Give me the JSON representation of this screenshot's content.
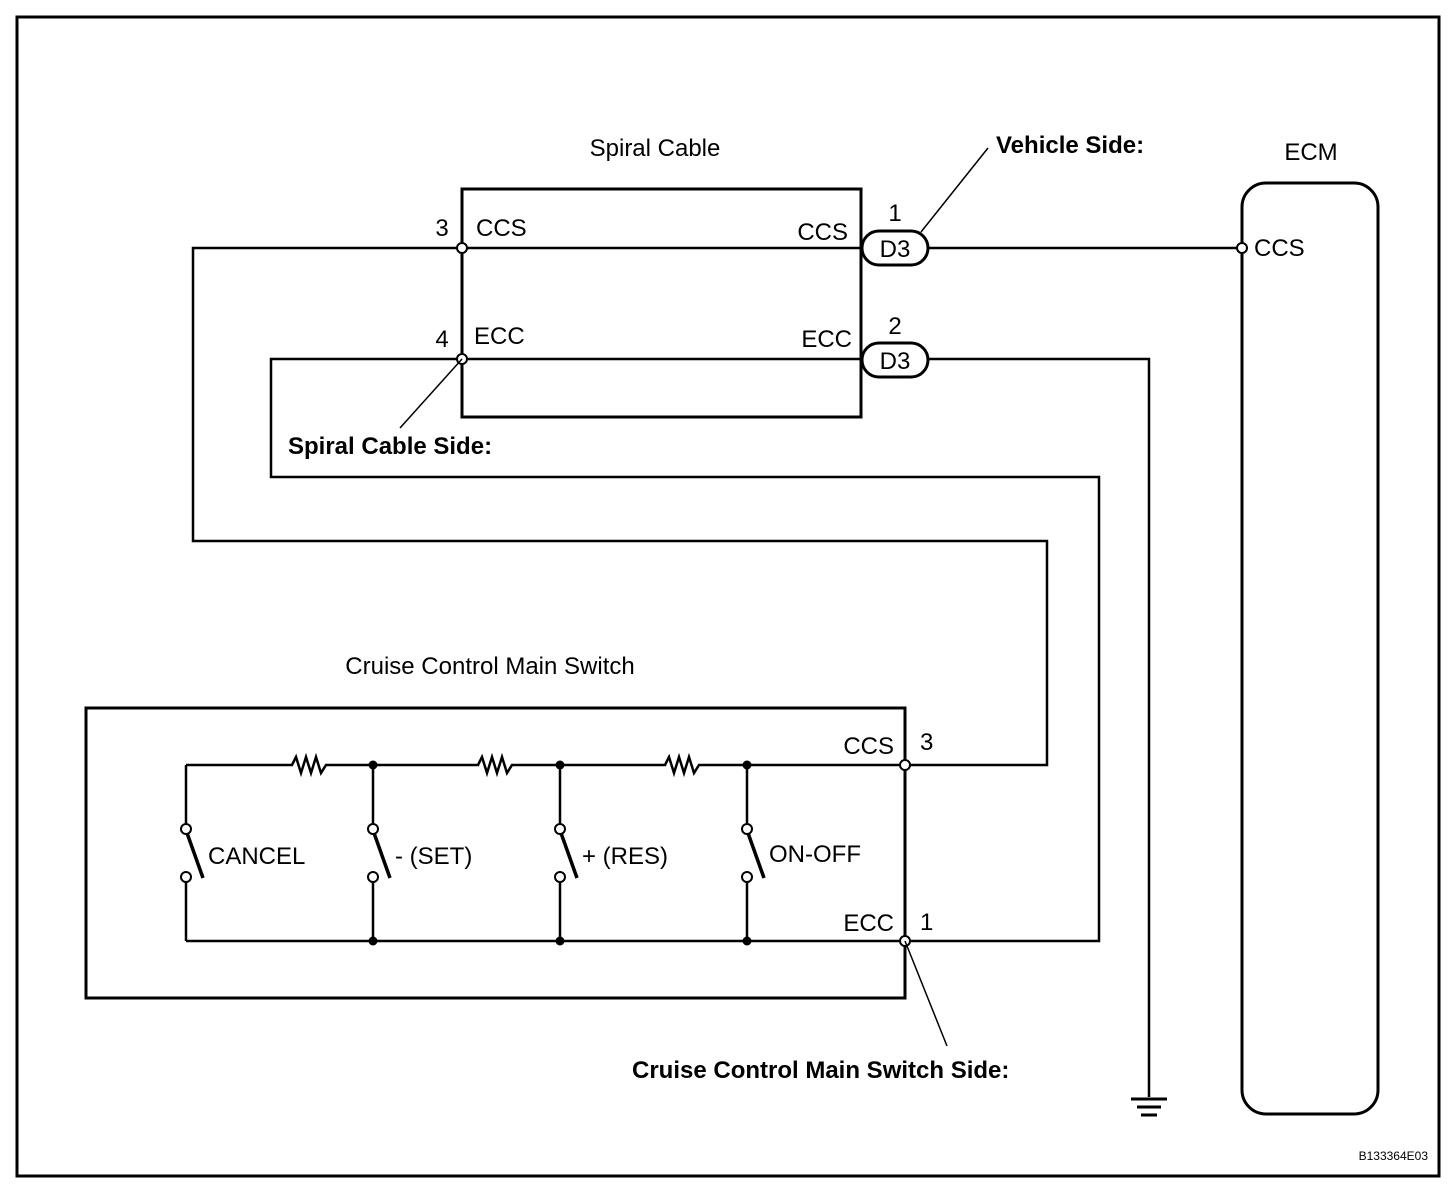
{
  "diagram": {
    "figure_id": "B133364E03",
    "components": {
      "spiral_cable": {
        "title": "Spiral Cable",
        "left_pins": [
          {
            "number": "3",
            "name": "CCS"
          },
          {
            "number": "4",
            "name": "ECC"
          }
        ],
        "right_pins": [
          {
            "name": "CCS"
          },
          {
            "name": "ECC"
          }
        ]
      },
      "connectors": [
        {
          "id": "D3",
          "pin": "1"
        },
        {
          "id": "D3",
          "pin": "2"
        }
      ],
      "ecm": {
        "title": "ECM",
        "pins": [
          {
            "name": "CCS"
          }
        ]
      },
      "main_switch": {
        "title": "Cruise Control Main Switch",
        "pins": [
          {
            "number": "3",
            "name": "CCS"
          },
          {
            "number": "1",
            "name": "ECC"
          }
        ],
        "switches": [
          "CANCEL",
          "- (SET)",
          "+ (RES)",
          "ON-OFF"
        ]
      }
    },
    "callouts": {
      "vehicle_side": "Vehicle Side:",
      "spiral_cable_side": "Spiral Cable Side:",
      "main_switch_side": "Cruise Control Main Switch Side:"
    }
  }
}
